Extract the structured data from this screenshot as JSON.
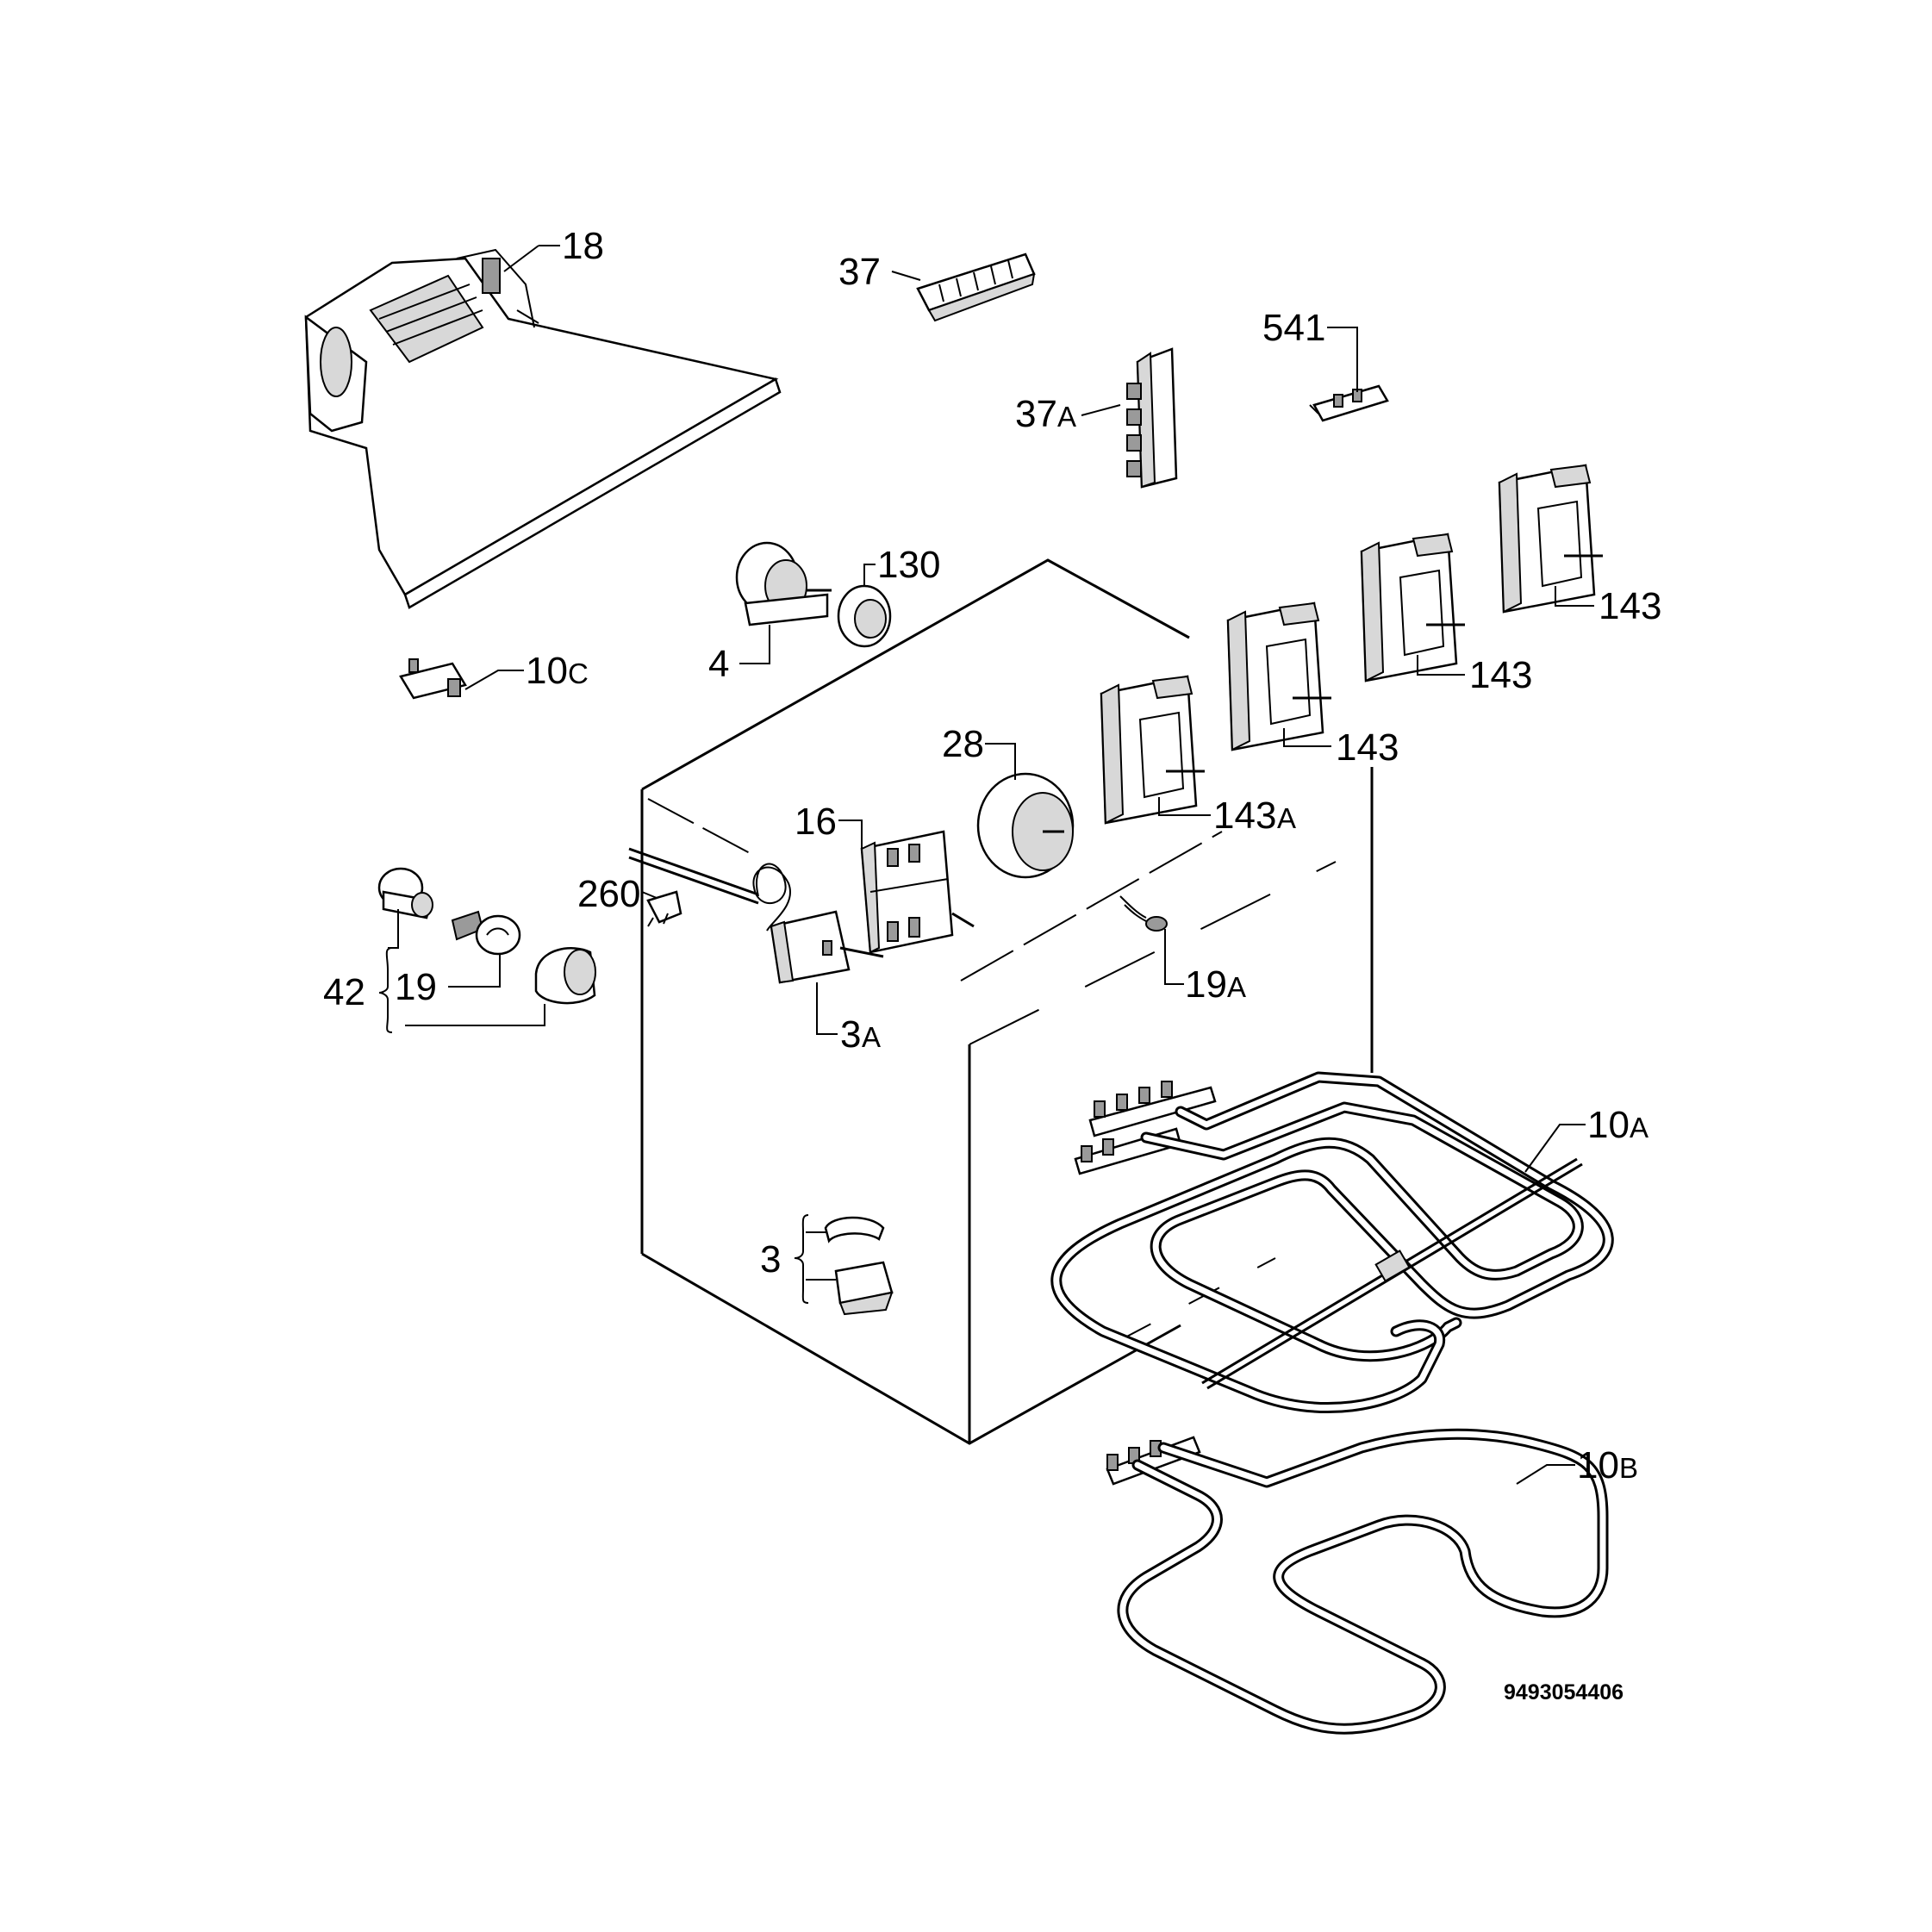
{
  "diagram": {
    "drawing_code": "9493054406",
    "parts": [
      {
        "id": "p18",
        "label": "18",
        "sub": "",
        "icon": "cooling-fan-duct"
      },
      {
        "id": "p37",
        "label": "37",
        "sub": "",
        "icon": "terminal-block"
      },
      {
        "id": "p37a",
        "label": "37",
        "sub": "A",
        "icon": "terminal-strip"
      },
      {
        "id": "p541",
        "label": "541",
        "sub": "",
        "icon": "connector-clip"
      },
      {
        "id": "p130",
        "label": "130",
        "sub": "",
        "icon": "grommet"
      },
      {
        "id": "p4",
        "label": "4",
        "sub": "",
        "icon": "fan-motor"
      },
      {
        "id": "p10c",
        "label": "10",
        "sub": "C",
        "icon": "thermal-cutout"
      },
      {
        "id": "p143a",
        "label": "143",
        "sub": "",
        "icon": "energy-regulator"
      },
      {
        "id": "p143b",
        "label": "143",
        "sub": "",
        "icon": "energy-regulator"
      },
      {
        "id": "p143c",
        "label": "143",
        "sub": "",
        "icon": "energy-regulator"
      },
      {
        "id": "p143A",
        "label": "143",
        "sub": "A",
        "icon": "energy-regulator"
      },
      {
        "id": "p28",
        "label": "28",
        "sub": "",
        "icon": "timer"
      },
      {
        "id": "p16",
        "label": "16",
        "sub": "",
        "icon": "selector-switch"
      },
      {
        "id": "p260",
        "label": "260",
        "sub": "",
        "icon": "clip"
      },
      {
        "id": "p42",
        "label": "42",
        "sub": "",
        "icon": "lamp-assembly"
      },
      {
        "id": "p19",
        "label": "19",
        "sub": "",
        "icon": "lamp-bulb"
      },
      {
        "id": "p3a",
        "label": "3",
        "sub": "A",
        "icon": "thermostat"
      },
      {
        "id": "p19a",
        "label": "19",
        "sub": "A",
        "icon": "indicator-lamp"
      },
      {
        "id": "p10a",
        "label": "10",
        "sub": "A",
        "icon": "grill-heating-element"
      },
      {
        "id": "p10b",
        "label": "10",
        "sub": "B",
        "icon": "bottom-heating-element"
      },
      {
        "id": "p3",
        "label": "3",
        "sub": "",
        "icon": "safety-thermostat"
      }
    ]
  }
}
